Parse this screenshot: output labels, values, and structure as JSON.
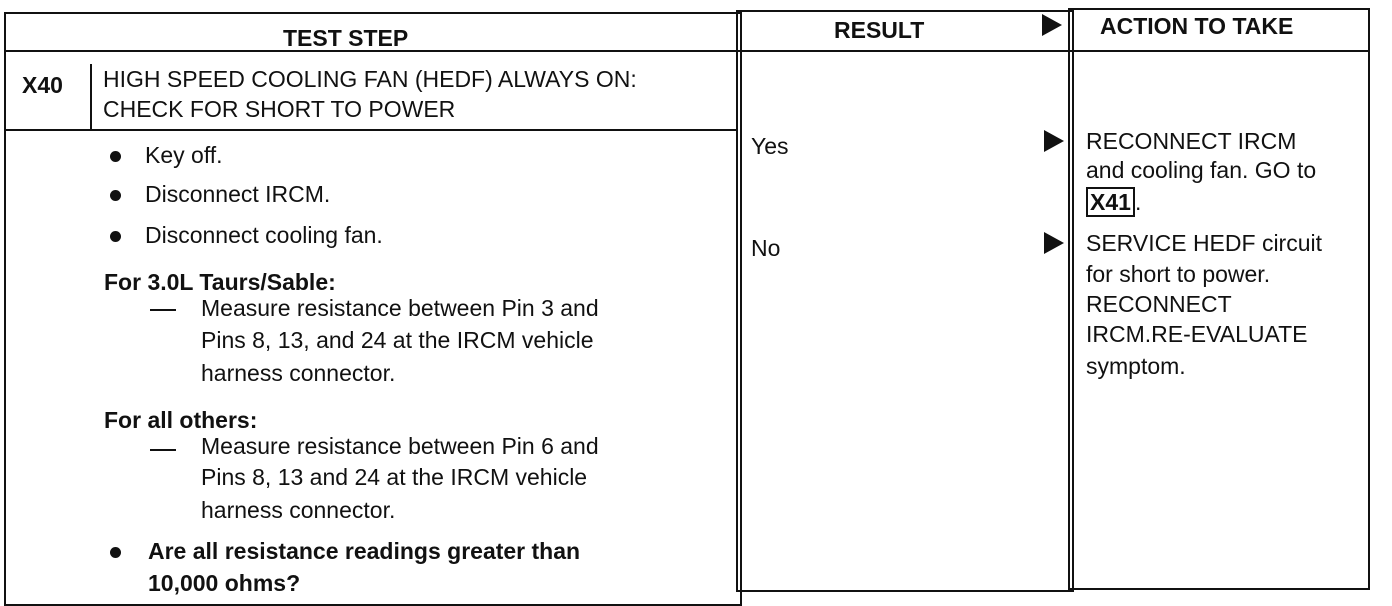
{
  "header": {
    "test_step": "TEST STEP",
    "result": "RESULT",
    "action": "ACTION TO TAKE"
  },
  "step": {
    "id": "X40",
    "title_line1": "HIGH SPEED COOLING FAN (HEDF) ALWAYS ON:",
    "title_line2": "CHECK FOR SHORT TO POWER"
  },
  "instructions": {
    "bullets": [
      "Key off.",
      "Disconnect IRCM.",
      "Disconnect cooling fan."
    ],
    "section1_heading": "For 3.0L Taurs/Sable:",
    "section1_lines": [
      "Measure resistance between Pin 3 and",
      "Pins 8, 13, and 24 at the IRCM vehicle",
      "harness connector."
    ],
    "section2_heading": "For all others:",
    "section2_lines": [
      "Measure resistance between Pin 6 and",
      "Pins 8, 13 and 24 at the IRCM vehicle",
      "harness connector."
    ],
    "question_lines": [
      "Are all resistance readings greater than",
      "10,000 ohms?"
    ]
  },
  "results": [
    {
      "label": "Yes",
      "action_line1": "RECONNECT IRCM",
      "action_line2": "and cooling fan. GO to",
      "action_goto": "X41",
      "action_goto_suffix": "."
    },
    {
      "label": "No",
      "action_lines": [
        "SERVICE HEDF circuit",
        "for short to power.",
        "RECONNECT",
        "IRCM.RE-EVALUATE",
        "symptom."
      ]
    }
  ]
}
